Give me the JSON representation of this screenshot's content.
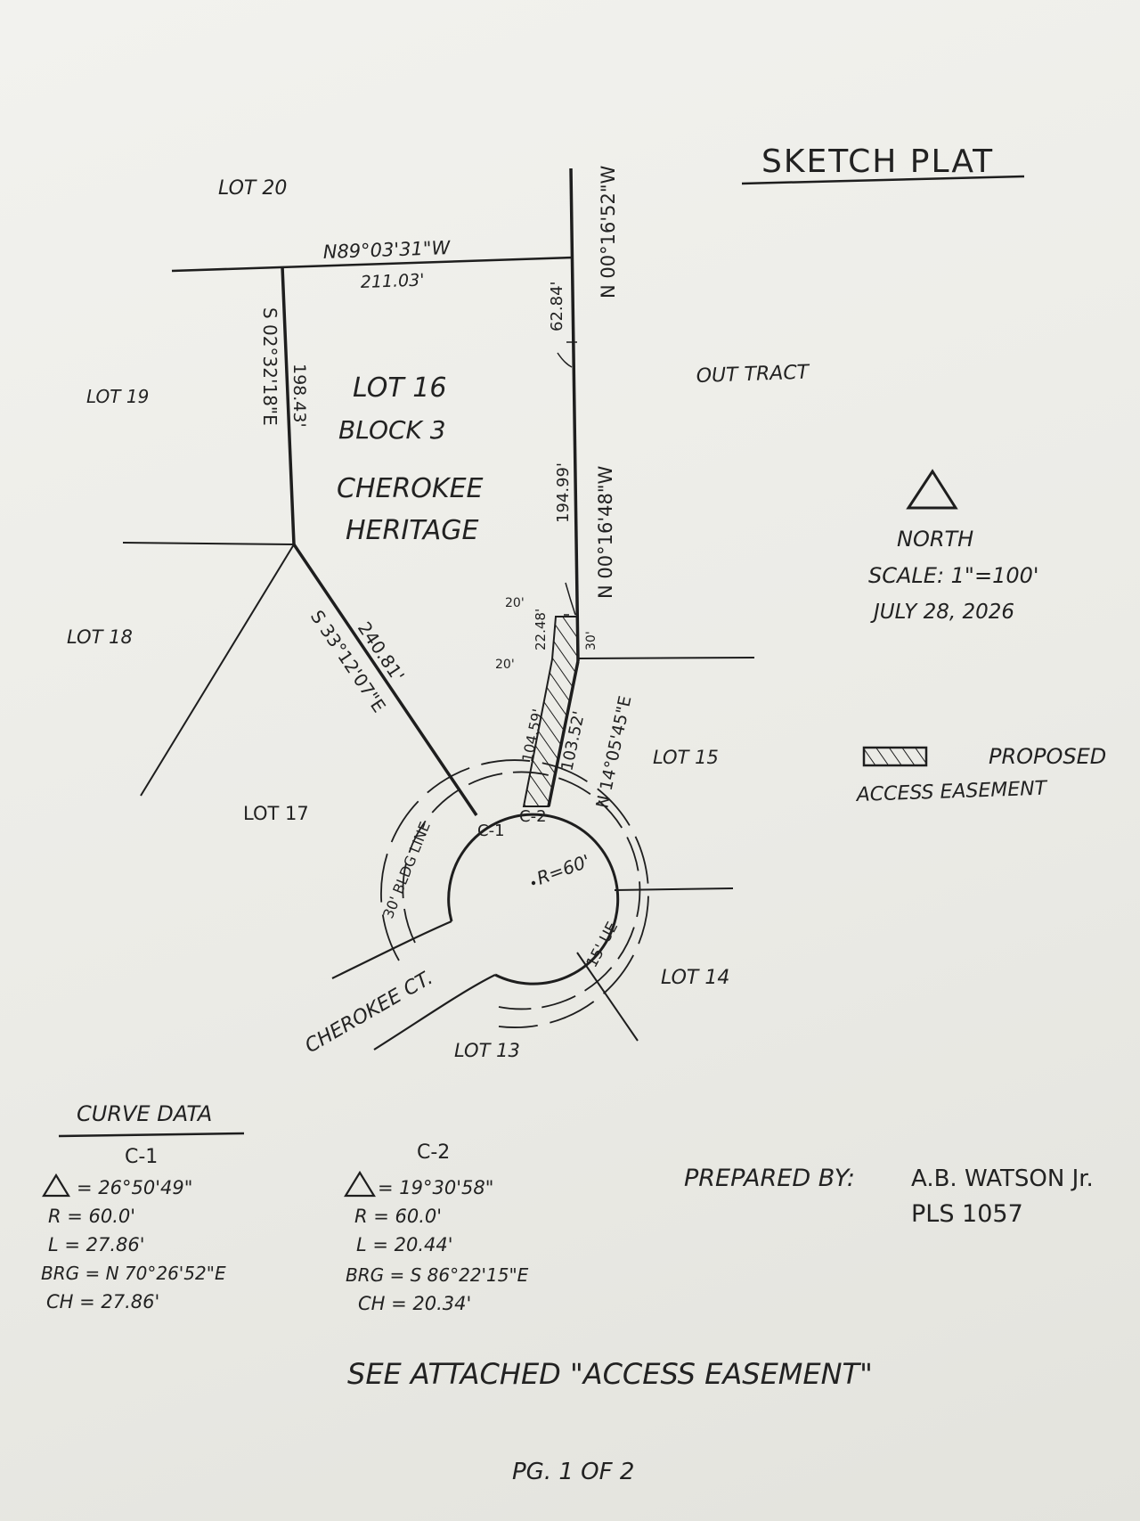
{
  "title": "SKETCH PLAT",
  "lots": {
    "lot20": "LOT 20",
    "lot19": "LOT 19",
    "lot18": "LOT 18",
    "lot17": "LOT 17",
    "lot15": "LOT 15",
    "lot14": "LOT 14",
    "lot13": "LOT 13",
    "out_tract": "OUT TRACT"
  },
  "subject": {
    "line1": "LOT 16",
    "line2": "BLOCK 3",
    "line3": "CHEROKEE",
    "line4": "HERITAGE"
  },
  "bearings": {
    "top_bearing": "N89°03'31\"W",
    "top_distance": "211.03'",
    "west_bearing": "S 02°32'18\"E",
    "west_distance": "198.43'",
    "east_upper_bearing": "N 00°16'52\"W",
    "east_upper_distance": "62.84'",
    "east_lower_bearing": "N 00°16'48\"W",
    "east_lower_distance": "194.99'",
    "sw_bearing": "S 33°12'07\"E",
    "sw_distance": "240.81'",
    "se_bearing": "N 14°05'45\"E",
    "se_distance": "103.52'",
    "easement_inner_upper": "22.48'",
    "easement_inner_lower": "104.59'",
    "dim_20_top": "20'",
    "dim_20_bottom": "20'",
    "dim_30": "30'"
  },
  "circle": {
    "c1": "C-1",
    "c2": "C-2",
    "radius": "R=60'",
    "bldg_line": "30' BLDG LINE",
    "ue": "15' UE",
    "street": "CHEROKEE CT."
  },
  "north": {
    "label": "NORTH",
    "scale": "SCALE: 1\"=100'",
    "date": "JULY 28, 2026"
  },
  "legend": {
    "line1": "PROPOSED",
    "line2": "ACCESS EASEMENT"
  },
  "curve_data": {
    "heading": "CURVE DATA",
    "c1": {
      "name": "C-1",
      "delta": "= 26°50'49\"",
      "r": "R = 60.0'",
      "l": "L = 27.86'",
      "brg": "BRG = N 70°26'52\"E",
      "ch": "CH = 27.86'"
    },
    "c2": {
      "name": "C-2",
      "delta": "= 19°30'58\"",
      "r": "R = 60.0'",
      "l": "L = 20.44'",
      "brg": "BRG = S 86°22'15\"E",
      "ch": "CH = 20.34'"
    }
  },
  "prepared": {
    "label": "PREPARED BY:",
    "name": "A.B. WATSON Jr.",
    "pls": "PLS 1057"
  },
  "note": "SEE ATTACHED \"ACCESS EASEMENT\"",
  "page": "PG. 1 OF 2",
  "colors": {
    "ink": "#1e1e1e",
    "paper": "#efefea"
  }
}
